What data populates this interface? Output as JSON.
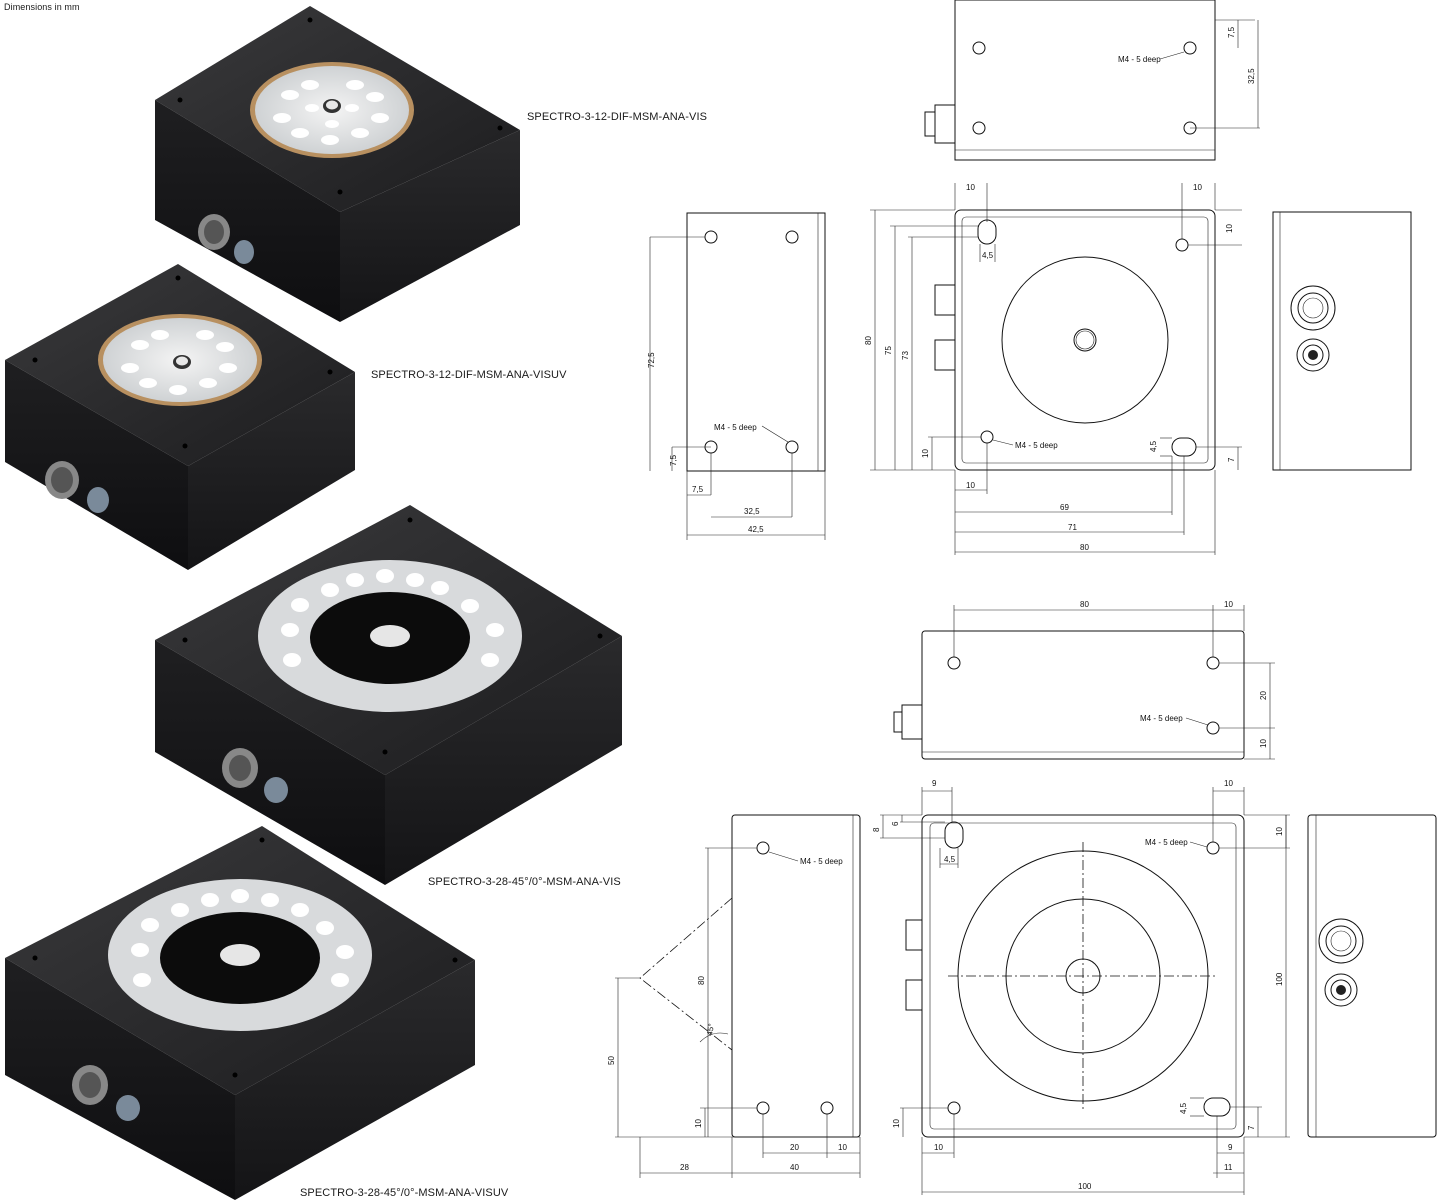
{
  "header": {
    "note": "Dimensions in mm"
  },
  "products": [
    {
      "name": "SPECTRO-3-12-DIF-MSM-ANA-VIS"
    },
    {
      "name": "SPECTRO-3-12-DIF-MSM-ANA-VISUV"
    },
    {
      "name": "SPECTRO-3-28-45°/0°-MSM-ANA-VIS"
    },
    {
      "name": "SPECTRO-3-28-45°/0°-MSM-ANA-VISUV"
    }
  ],
  "hole_note": "M4 - 5 deep",
  "drawing_small": {
    "top_view": {
      "d75": "7,5",
      "d325": "32,5"
    },
    "side_left": {
      "d725": "72,5",
      "d75v": "7,5",
      "d75h": "7,5",
      "d325": "32,5",
      "d425": "42,5"
    },
    "front": {
      "d10a": "10",
      "d10b": "10",
      "d10c": "10",
      "d45": "4,5",
      "d80v": "80",
      "d75": "75",
      "d73": "73",
      "d10v": "10",
      "d10h": "10",
      "d45b": "4,5",
      "d7": "7",
      "d69": "69",
      "d71": "71",
      "d80h": "80"
    }
  },
  "drawing_large": {
    "top_view": {
      "d80": "80",
      "d10": "10",
      "d20": "20",
      "d10v": "10"
    },
    "side_left": {
      "d80": "80",
      "d50": "50",
      "d10": "10",
      "angle": "45°",
      "d28": "28",
      "d40": "40",
      "d20": "20",
      "d10h": "10"
    },
    "front": {
      "d9": "9",
      "d10": "10",
      "d8": "8",
      "d6": "6",
      "d45": "4,5",
      "d10r": "10",
      "d100v": "100",
      "d10v": "10",
      "d10h": "10",
      "d45b": "4,5",
      "d7": "7",
      "d9b": "9",
      "d11": "11",
      "d100h": "100"
    }
  }
}
